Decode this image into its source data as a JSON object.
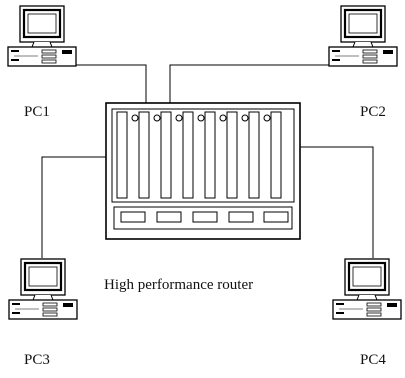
{
  "diagram": {
    "nodes": {
      "pc1": {
        "label": "PC1"
      },
      "pc2": {
        "label": "PC2"
      },
      "pc3": {
        "label": "PC3"
      },
      "pc4": {
        "label": "PC4"
      },
      "router": {
        "label": "High performance router"
      }
    },
    "edges": [
      {
        "from": "pc1",
        "to": "router"
      },
      {
        "from": "pc2",
        "to": "router"
      },
      {
        "from": "pc3",
        "to": "router"
      },
      {
        "from": "pc4",
        "to": "router"
      }
    ],
    "icons": {
      "computer": "desktop-computer-icon",
      "router": "router-chassis-icon"
    },
    "colors": {
      "line": "#000000",
      "background": "#ffffff"
    }
  }
}
